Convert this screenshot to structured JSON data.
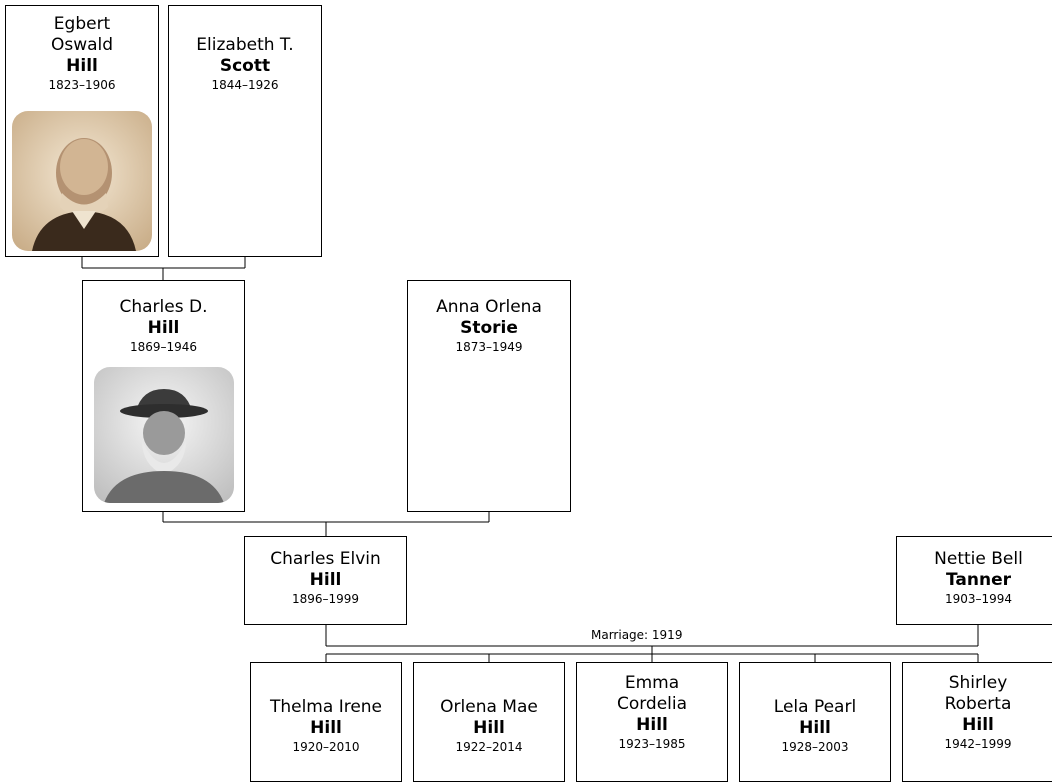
{
  "people": {
    "egbert": {
      "given": "Egbert Oswald",
      "surname": "Hill",
      "dates": "1823–1906"
    },
    "elizabeth": {
      "given": "Elizabeth T.",
      "surname": "Scott",
      "dates": "1844–1926"
    },
    "charles_d": {
      "given": "Charles D.",
      "surname": "Hill",
      "dates": "1869–1946"
    },
    "anna": {
      "given": "Anna Orlena",
      "surname": "Storie",
      "dates": "1873–1949"
    },
    "charles_elvin": {
      "given": "Charles Elvin",
      "surname": "Hill",
      "dates": "1896–1999"
    },
    "nettie": {
      "given": "Nettie Bell",
      "surname": "Tanner",
      "dates": "1903–1994"
    },
    "thelma": {
      "given": "Thelma Irene",
      "surname": "Hill",
      "dates": "1920–2010"
    },
    "orlena": {
      "given": "Orlena Mae",
      "surname": "Hill",
      "dates": "1922–2014"
    },
    "emma": {
      "given": "Emma Cordelia",
      "surname": "Hill",
      "dates": "1923–1985"
    },
    "lela": {
      "given": "Lela Pearl",
      "surname": "Hill",
      "dates": "1928–2003"
    },
    "shirley": {
      "given": "Shirley Roberta",
      "surname": "Hill",
      "dates": "1942–1999"
    }
  },
  "marriage": {
    "label": "Marriage: 1919"
  },
  "colors": {
    "line": "#000000",
    "sepia_light": "#e6d3b5",
    "sepia_dark": "#3a2a1c",
    "photo_gray": "#cfcfcf"
  }
}
